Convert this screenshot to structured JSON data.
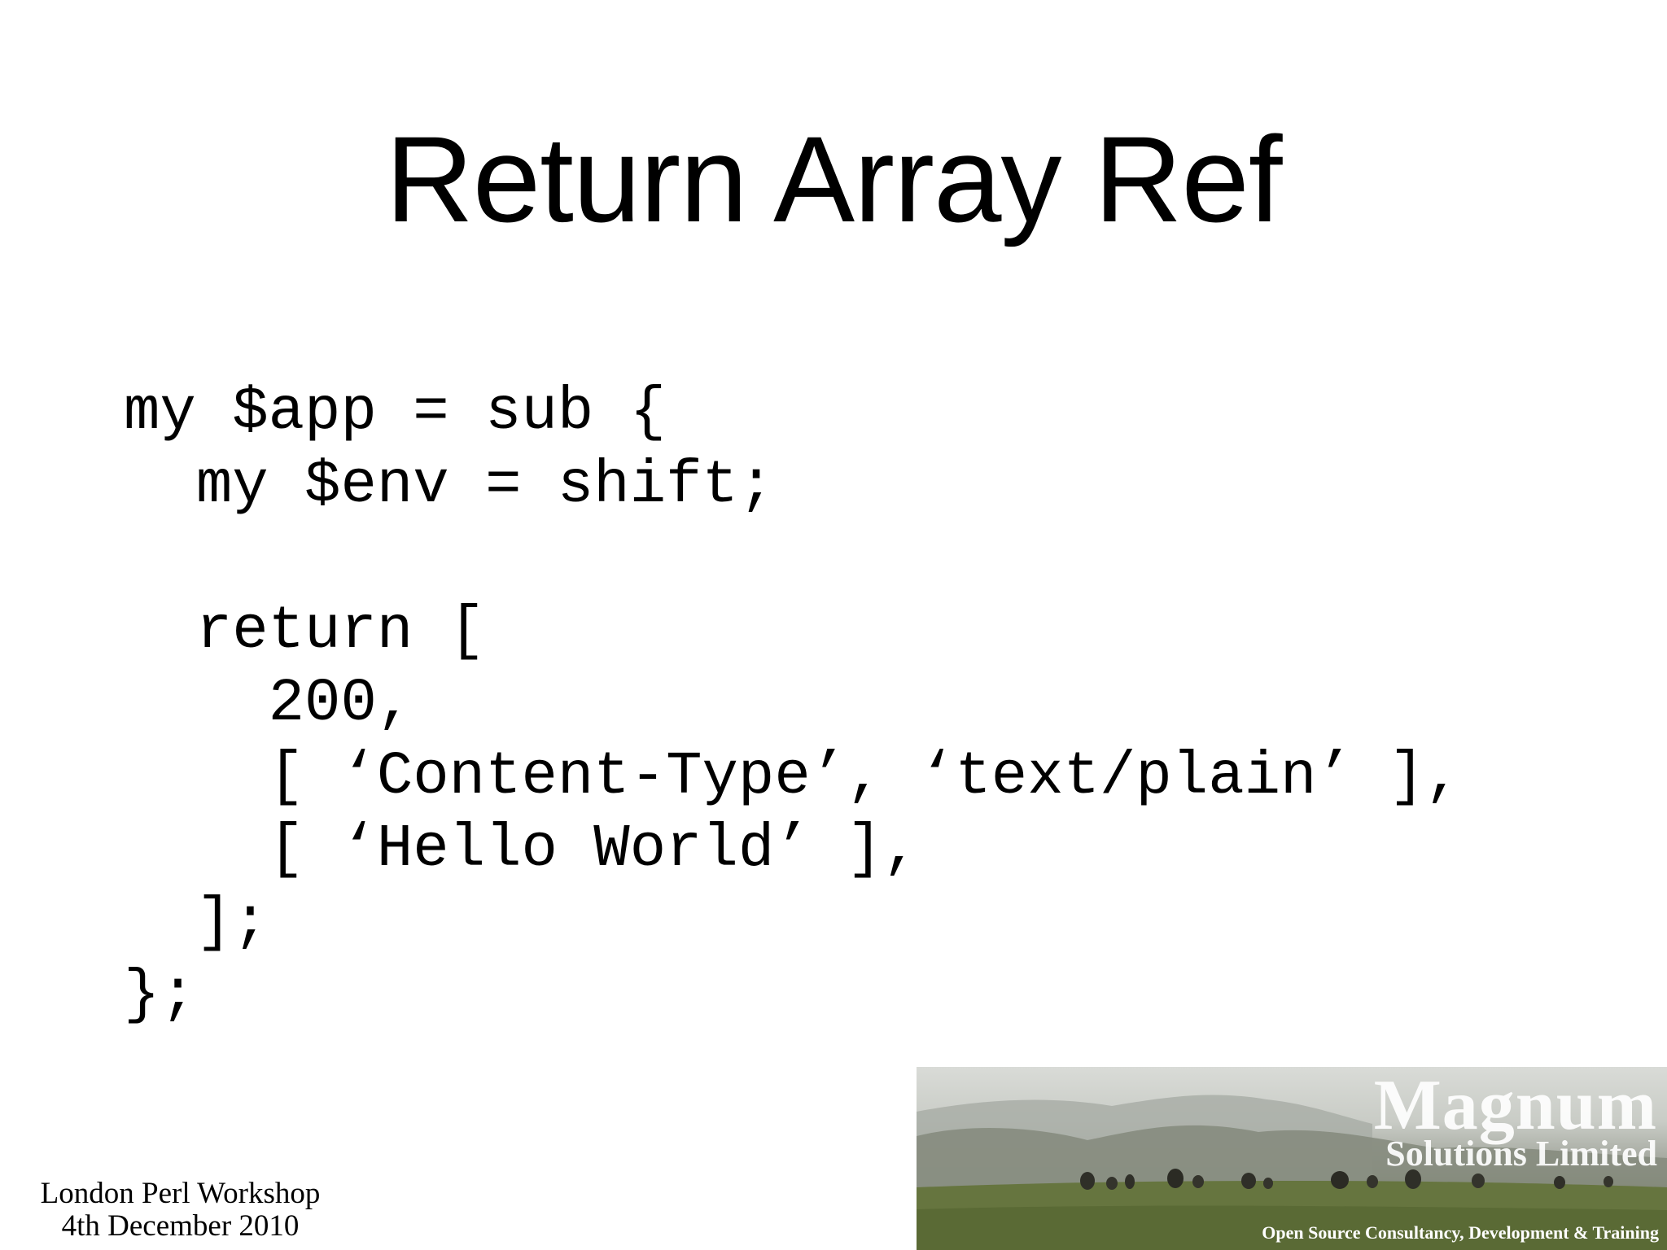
{
  "slide": {
    "title": "Return Array Ref",
    "code_lines": [
      "my $app = sub {",
      "  my $env = shift;",
      "",
      "  return [",
      "    200,",
      "    [ ‘Content-Type’, ‘text/plain’ ],",
      "    [ ‘Hello World’ ],",
      "  ];",
      "};"
    ]
  },
  "footer": {
    "event": "London Perl Workshop",
    "date": "4th December 2010"
  },
  "logo": {
    "name": "Magnum",
    "subtitle": "Solutions Limited",
    "tagline": "Open Source Consultancy, Development & Training"
  }
}
